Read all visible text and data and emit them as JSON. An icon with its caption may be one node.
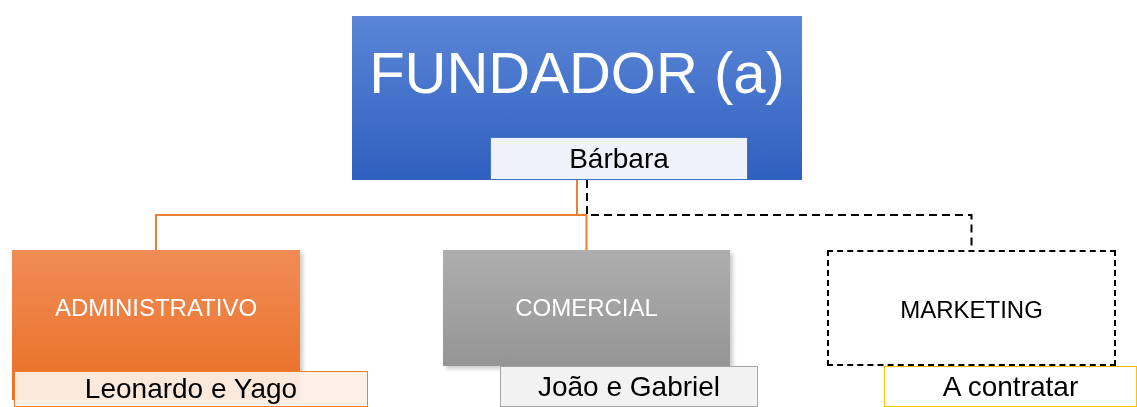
{
  "diagram": {
    "nodes": [
      {
        "text": [
          "FUNDADOR (a)"
        ]
      },
      {
        "text": [
          "Bárbara"
        ],
        "in": 0
      },
      {
        "text": [
          "ADMINISTRATIVO"
        ]
      },
      {
        "text": [
          "Leonardo e Yago"
        ]
      },
      {
        "text": [
          "COMERCIAL"
        ]
      },
      {
        "text": [
          "João e Gabriel"
        ]
      },
      {
        "text": [
          "MARKETING"
        ]
      },
      {
        "text": [
          "A contratar"
        ]
      }
    ],
    "edges": [
      {
        "from": 0,
        "to": 2,
        "arrow": "none"
      },
      {
        "from": 0,
        "to": 4,
        "arrow": "none"
      },
      {
        "from": 0,
        "to": 6,
        "arrow": "none",
        "style": "dashed",
        "color": "#000000"
      }
    ]
  }
}
